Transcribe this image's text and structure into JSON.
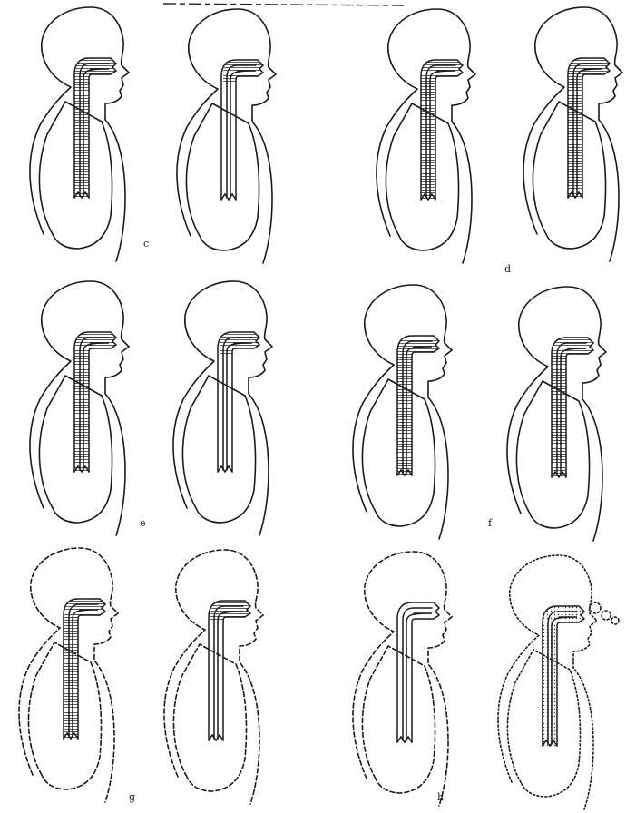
{
  "panel_letters": [
    "c",
    "d",
    "e",
    "f",
    "g",
    "h"
  ],
  "colors": {
    "ink": "#1a1a1a",
    "background": "#ffffff"
  },
  "figures": [
    {
      "id": "a1",
      "fill": "tube",
      "lung": "full"
    },
    {
      "id": "a2",
      "fill": "mouth",
      "lung": "full"
    },
    {
      "id": "d1",
      "fill": "tube",
      "lung": "full"
    },
    {
      "id": "d2",
      "fill": "tube",
      "lung": "full"
    },
    {
      "id": "e1",
      "fill": "tube",
      "lung": "full"
    },
    {
      "id": "e2",
      "fill": "mouth",
      "lung": "full"
    },
    {
      "id": "f1",
      "fill": "tube",
      "lung": "full"
    },
    {
      "id": "f2",
      "fill": "tube",
      "lung": "full"
    },
    {
      "id": "g1",
      "fill": "tube",
      "lung": "dashed"
    },
    {
      "id": "g2",
      "fill": "mouth",
      "lung": "dashed"
    },
    {
      "id": "h1",
      "fill": "empty",
      "lung": "dashed"
    },
    {
      "id": "h2",
      "fill": "tube",
      "lung": "dotted"
    }
  ]
}
